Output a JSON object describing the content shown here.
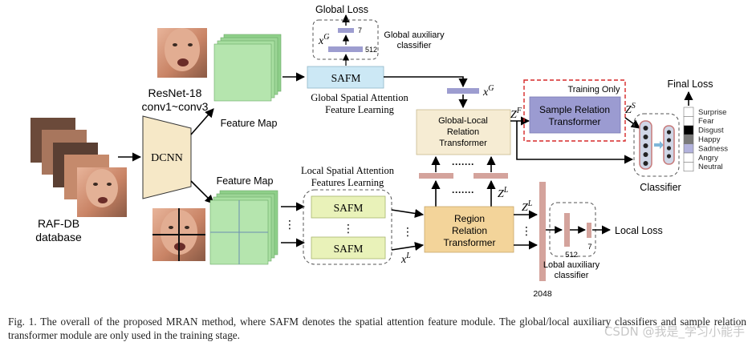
{
  "diagram": {
    "input": {
      "dataset_line1": "RAF-DB",
      "dataset_line2": "database"
    },
    "backbone": {
      "name_line1": "ResNet-18",
      "name_line2": "conv1~conv3",
      "block": "DCNN"
    },
    "feature_map_labels": {
      "global": "Feature Map",
      "local": "Feature Map"
    },
    "global_branch": {
      "safm": "SAFM",
      "title_line1": "Global Spatial Attention",
      "title_line2": "Feature Learning",
      "loss": "Global Loss",
      "aux_line1": "Global auxiliary",
      "aux_line2": "classifier",
      "aux_symbol": "x",
      "aux_symbol_sup": "G",
      "aux_dim_512": "512",
      "aux_dim_7": "7",
      "xg_symbol": "x",
      "xg_sup": "G"
    },
    "local_branch": {
      "title_line1": "Local Spatial Attention",
      "title_line2": "Features Learning",
      "safm_top": "SAFM",
      "safm_bottom": "SAFM",
      "vdots": "⋮",
      "xl_symbol": "x",
      "xl_sup": "L"
    },
    "glrt": {
      "line1": "Global-Local",
      "line2": "Relation",
      "line3": "Transformer"
    },
    "rrt": {
      "line1": "Region",
      "line2": "Relation",
      "line3": "Transformer"
    },
    "zf": {
      "symbol": "Z",
      "sup": "F"
    },
    "zl_mid": {
      "symbol": "Z",
      "sup": "L"
    },
    "zl_out": {
      "symbol": "Z",
      "sup": "L"
    },
    "zs": {
      "symbol": "Z",
      "sup": "S"
    },
    "dots_h": "·······",
    "training": {
      "title": "Training Only",
      "srt_line1": "Sample Relation",
      "srt_line2": "Transformer"
    },
    "classifier": {
      "label": "Classifier"
    },
    "final_loss": "Final Loss",
    "emotions": [
      "Surprise",
      "Fear",
      "Disgust",
      "Happy",
      "Sadness",
      "Angry",
      "Neutral"
    ],
    "emotion_colors": [
      "#ffffff",
      "#ffffff",
      "#000000",
      "#7a7a7a",
      "#b3b3dd",
      "#ffffff",
      "#ffffff"
    ],
    "local_aux": {
      "dim_2048": "2048",
      "dim_512": "512",
      "dim_7": "7",
      "loss": "Local Loss",
      "line1": "Lobal auxiliary",
      "line2": "classifier"
    }
  },
  "caption": {
    "text": "Fig. 1.   The overall of the proposed MRAN method, where SAFM denotes the spatial attention feature module. The global/local auxiliary classifiers and sample relation transformer module are only used in the training stage."
  },
  "watermark": "CSDN @我是_学习小能手",
  "colors": {
    "safm_global": "#cce8f5",
    "safm_local": "#e9f2b9",
    "relation_box": "#f6ecd3",
    "region_box": "#f3d49a",
    "srt_box": "#9b9bd1",
    "feature_green": "#a8dfa1",
    "bar_pink": "#d4a39c",
    "bar_purple": "#9d9dd0",
    "red_dash": "#d62828"
  }
}
